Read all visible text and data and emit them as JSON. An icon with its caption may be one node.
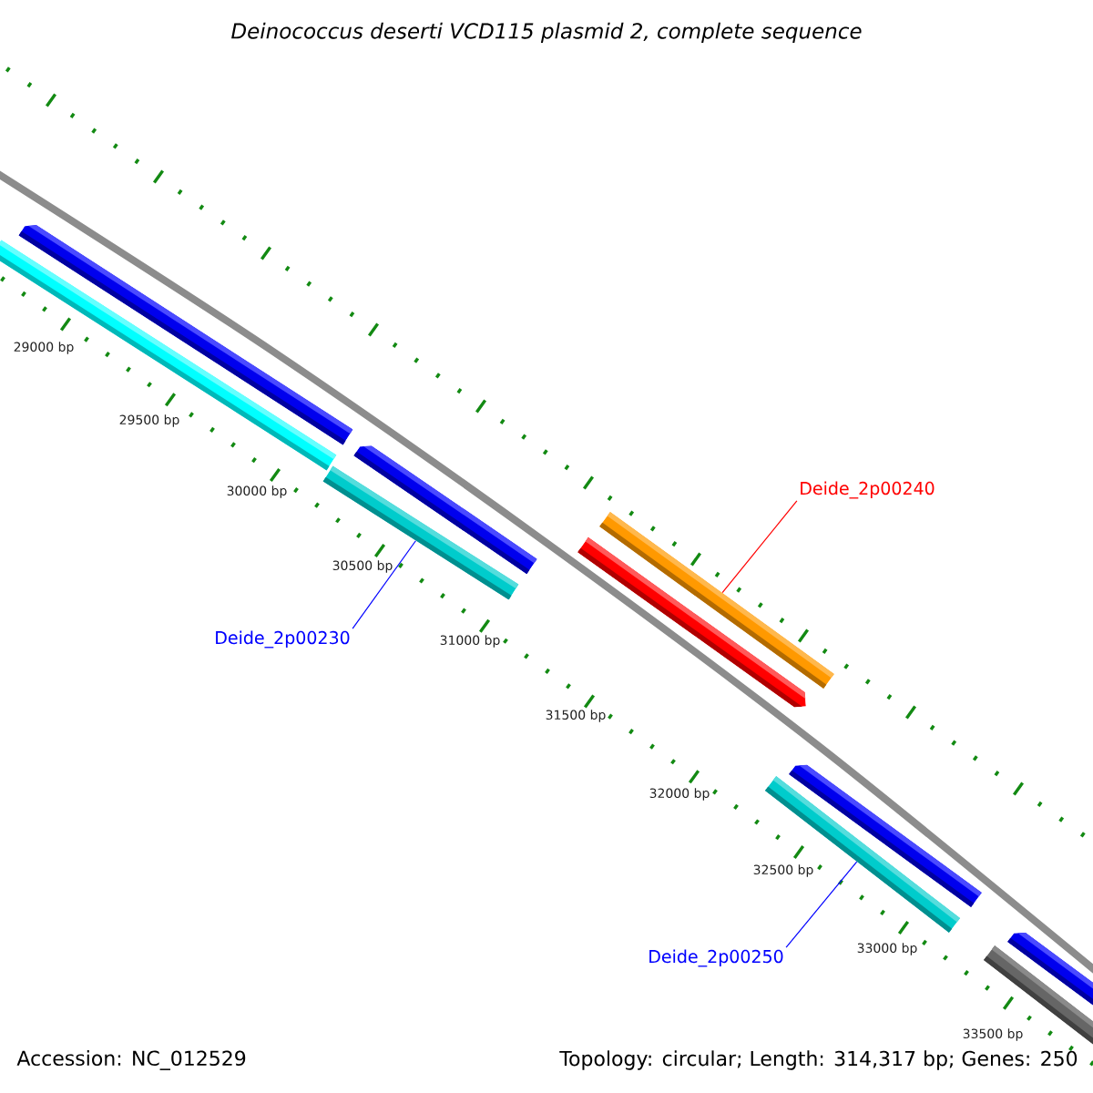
{
  "diagram": {
    "title": "Deinococcus deserti VCD115 plasmid 2, complete sequence",
    "nodes": [
      {
        "text": [],
        "shape": "arrow"
      },
      {
        "text": [],
        "shape": "bar"
      },
      {
        "text": [],
        "shape": "arrow"
      },
      {
        "text": [],
        "shape": "bar"
      },
      {
        "text": [
          "Deide_2p00230"
        ]
      },
      {
        "text": [
          "Deide_2p00240"
        ]
      },
      {
        "text": [],
        "shape": "bar"
      },
      {
        "text": [],
        "shape": "arrow"
      },
      {
        "text": [],
        "shape": "arrow"
      },
      {
        "text": [],
        "shape": "bar"
      },
      {
        "text": [
          "Deide_2p00250"
        ]
      },
      {
        "text": [],
        "shape": "arrow"
      },
      {
        "text": [],
        "shape": "bar"
      }
    ],
    "edges": [
      {
        "from": 4,
        "to": 3,
        "arrow": "none"
      },
      {
        "from": 5,
        "to": 6,
        "arrow": "none",
        "color": "#ff0000"
      },
      {
        "from": 10,
        "to": 9,
        "arrow": "none"
      }
    ],
    "labels": [
      "29000 bp",
      "29500 bp",
      "30000 bp",
      "30500 bp",
      "31000 bp",
      "31500 bp",
      "32000 bp",
      "32500 bp",
      "33000 bp",
      "33500 bp",
      "Accession: NC_012529",
      "Topology: circular; Length: 314,317 bp; Genes: 250"
    ]
  }
}
